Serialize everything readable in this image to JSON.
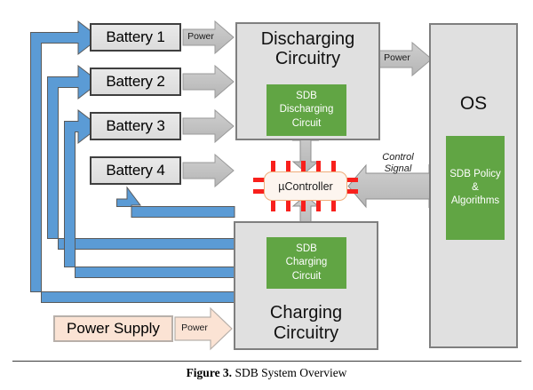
{
  "figure": {
    "caption_label": "Figure 3.",
    "caption_text": "SDB System Overview"
  },
  "colors": {
    "green_module": "#61a544",
    "blue_feedback": "#5b9bd5",
    "gray_arrow": "#bfbfbf",
    "power_supply_fill": "#fbe3d4",
    "block_fill": "#e0e0e0",
    "mcu_pin_red": "#f8201c"
  },
  "batteries": [
    {
      "label": "Battery 1"
    },
    {
      "label": "Battery 2"
    },
    {
      "label": "Battery 3"
    },
    {
      "label": "Battery 4"
    }
  ],
  "discharging": {
    "title_line1": "Discharging",
    "title_line2": "Circuitry",
    "module_line1": "SDB",
    "module_line2": "Discharging",
    "module_line3": "Circuit"
  },
  "charging": {
    "title_line1": "Charging",
    "title_line2": "Circuitry",
    "module_line1": "SDB",
    "module_line2": "Charging",
    "module_line3": "Circuit"
  },
  "os": {
    "title": "OS",
    "module_line1": "SDB Policy",
    "module_line2": "&",
    "module_line3": "Algorithms"
  },
  "power_supply": {
    "label": "Power Supply"
  },
  "mcu": {
    "label": "µController"
  },
  "arrow_labels": {
    "battery1_power": "Power",
    "discharge_to_os_power": "Power",
    "power_supply_power": "Power",
    "control_signal_line1": "Control",
    "control_signal_line2": "Signal"
  }
}
